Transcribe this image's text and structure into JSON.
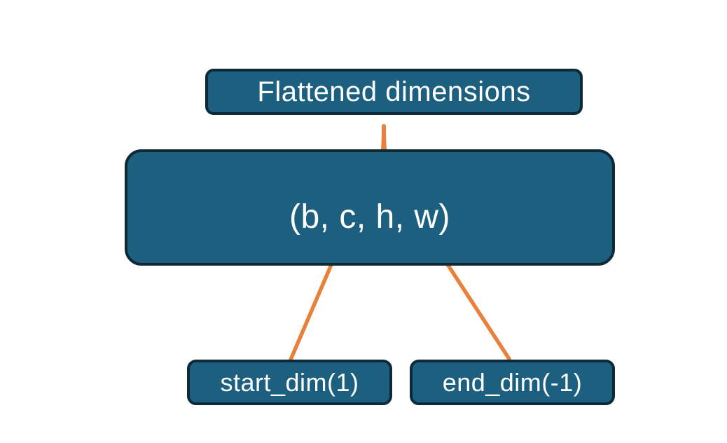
{
  "diagram": {
    "title_box_label": "Flattened dimensions",
    "tensor_box_label": "(b, c, h, w)",
    "start_dim_box_label": "start_dim(1)",
    "end_dim_box_label": "end_dim(-1)",
    "colors": {
      "box_fill": "#1d5f7f",
      "box_border": "#0e2a38",
      "accent_orange": "#e8813c",
      "text_color": "#ffffff",
      "bg": "#ffffff"
    },
    "connectors": [
      {
        "name": "brace-connector",
        "meaning": "brace spanning dimensions c, h, w linking tensor box to 'Flattened dimensions' label"
      },
      {
        "name": "start-dim-arrow",
        "meaning": "arrow from start_dim(1) box to dimension c"
      },
      {
        "name": "end-dim-arrow",
        "meaning": "arrow from end_dim(-1) box to dimension w"
      }
    ]
  }
}
